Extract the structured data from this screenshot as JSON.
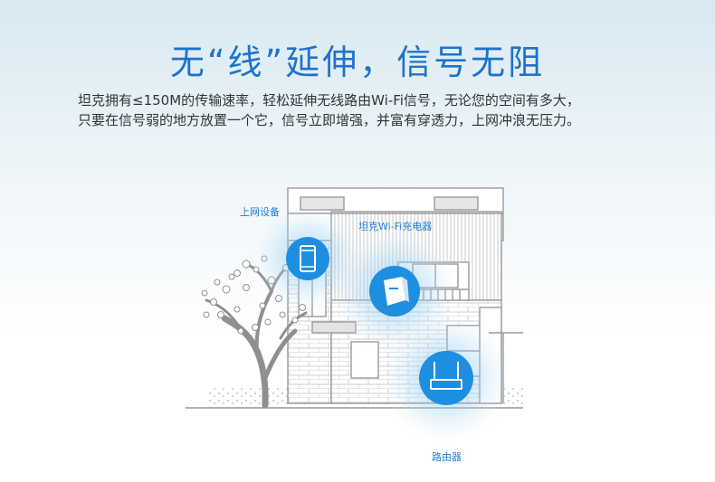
{
  "headline": "无“线”延伸，信号无阻",
  "description": {
    "line1": "坦克拥有≤150M的传输速率，轻松延伸无线路由Wi-Fi信号，无论您的空间有多大，",
    "line2": "只要在信号弱的地方放置一个它，信号立即增强，并富有穿透力，上网冲浪无压力。"
  },
  "labels": {
    "device": "上网设备",
    "charger": "坦克Wi-Fi充电器",
    "router": "路由器"
  },
  "icons": {
    "device": "smartphone-icon",
    "charger": "wifi-extender-icon",
    "router": "router-icon"
  },
  "colors": {
    "brand_blue": "#1f73c8",
    "label_blue": "#1f80d4",
    "icon_blue": "#1e8fe0",
    "text": "#333333"
  }
}
